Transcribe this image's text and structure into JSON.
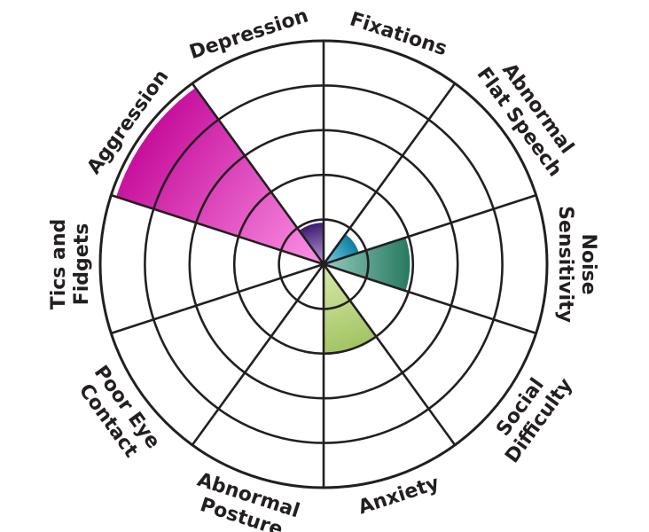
{
  "chart_data": {
    "type": "polar-area",
    "title": "",
    "categories": [
      "Fixations",
      "Abnormal Flat Speech",
      "Noise Sensitivity",
      "Social Difficulty",
      "Anxiety",
      "Abnormal Posture",
      "Poor Eye Contact",
      "Tics and Fidgets",
      "Aggression",
      "Depression"
    ],
    "label_lines": [
      [
        "Fixations"
      ],
      [
        "Abnormal",
        "Flat Speech"
      ],
      [
        "Noise",
        "Sensitivity"
      ],
      [
        "Social",
        "Difficulty"
      ],
      [
        "Anxiety"
      ],
      [
        "Abnormal",
        "Posture"
      ],
      [
        "Poor Eye",
        "Contact"
      ],
      [
        "Tics and",
        "Fidgets"
      ],
      [
        "Aggression"
      ],
      [
        "Depression"
      ]
    ],
    "values": [
      0,
      0.85,
      1.95,
      0,
      2.0,
      0,
      0,
      0,
      4.9,
      0.95
    ],
    "rlim": [
      0,
      5
    ],
    "ring_count": 5,
    "grid": true,
    "colors": [
      [
        "#ffffff",
        "#ffffff"
      ],
      [
        "#0a7c9c",
        "#7ad2ea"
      ],
      [
        "#26785f",
        "#94cbbd"
      ],
      [
        "#ffffff",
        "#ffffff"
      ],
      [
        "#a2c463",
        "#d9e9aa"
      ],
      [
        "#ffffff",
        "#ffffff"
      ],
      [
        "#ffffff",
        "#ffffff"
      ],
      [
        "#ffffff",
        "#ffffff"
      ],
      [
        "#c60e9c",
        "#fb93e4"
      ],
      [
        "#3b1870",
        "#b8a2d6"
      ]
    ]
  }
}
